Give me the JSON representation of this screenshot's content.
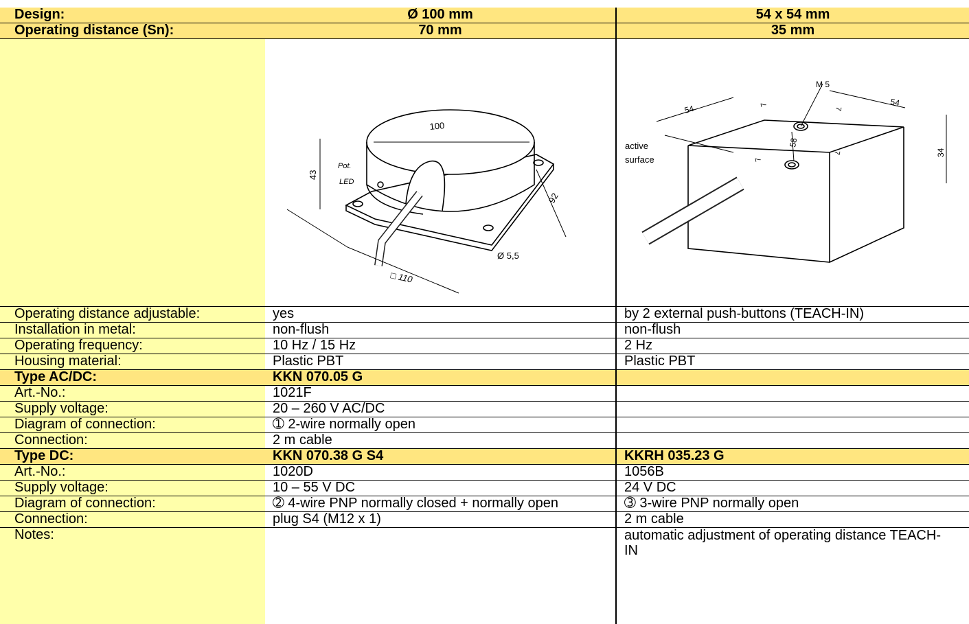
{
  "header": [
    {
      "label": "Design:",
      "col1": "Ø 100 mm",
      "col2": "54 x 54 mm"
    },
    {
      "label": "Operating distance (Sn):",
      "col1": "70 mm",
      "col2": "35 mm"
    }
  ],
  "drawings": {
    "round": {
      "d_top": "100",
      "height": "43",
      "pot": "Pot.",
      "led": "LED",
      "side": "92",
      "hole": "Ø 5,5",
      "base": "□ 110"
    },
    "square": {
      "m5": "M 5",
      "w1": "54",
      "w2": "54",
      "h": "34",
      "gap": "58",
      "t1": "7",
      "t2": "7",
      "t3": "7",
      "t4": "7",
      "active1": "active",
      "active2": "surface"
    }
  },
  "specs": [
    {
      "label": "Operating distance adjustable:",
      "col1": "yes",
      "col2": "by 2 external push-buttons (TEACH-IN)"
    },
    {
      "label": "Installation in metal:",
      "col1": "non-flush",
      "col2": "non-flush"
    },
    {
      "label": "Operating frequency:",
      "col1": "10 Hz / 15 Hz",
      "col2": "2 Hz"
    },
    {
      "label": "Housing material:",
      "col1": "Plastic PBT",
      "col2": "Plastic PBT"
    }
  ],
  "acdc": {
    "title": {
      "label": "Type AC/DC:",
      "col1": "KKN 070.05 G",
      "col2": ""
    },
    "rows": [
      {
        "label": "Art.-No.:",
        "col1": "1021F",
        "col2": ""
      },
      {
        "label": "Supply voltage:",
        "col1": "20 – 260 V AC/DC",
        "col2": ""
      },
      {
        "label": "Diagram of connection:",
        "col1": "➀  2-wire normally open",
        "col2": ""
      },
      {
        "label": "Connection:",
        "col1": "2 m cable",
        "col2": ""
      }
    ]
  },
  "dc": {
    "title": {
      "label": "Type DC:",
      "col1": "KKN 070.38 G S4",
      "col2": "KKRH 035.23 G"
    },
    "rows": [
      {
        "label": "Art.-No.:",
        "col1": "1020D",
        "col2": "1056B"
      },
      {
        "label": "Supply voltage:",
        "col1": "10 – 55 V DC",
        "col2": "24 V DC"
      },
      {
        "label": "Diagram of connection:",
        "col1": "➁  4-wire PNP normally closed + normally open",
        "col2": "➂  3-wire PNP normally open"
      },
      {
        "label": "Connection:",
        "col1": "plug S4 (M12 x 1)",
        "col2": "2 m cable"
      }
    ]
  },
  "notes": {
    "label": "Notes:",
    "col1": "",
    "col2": "automatic adjustment of operating distance TEACH-IN"
  }
}
